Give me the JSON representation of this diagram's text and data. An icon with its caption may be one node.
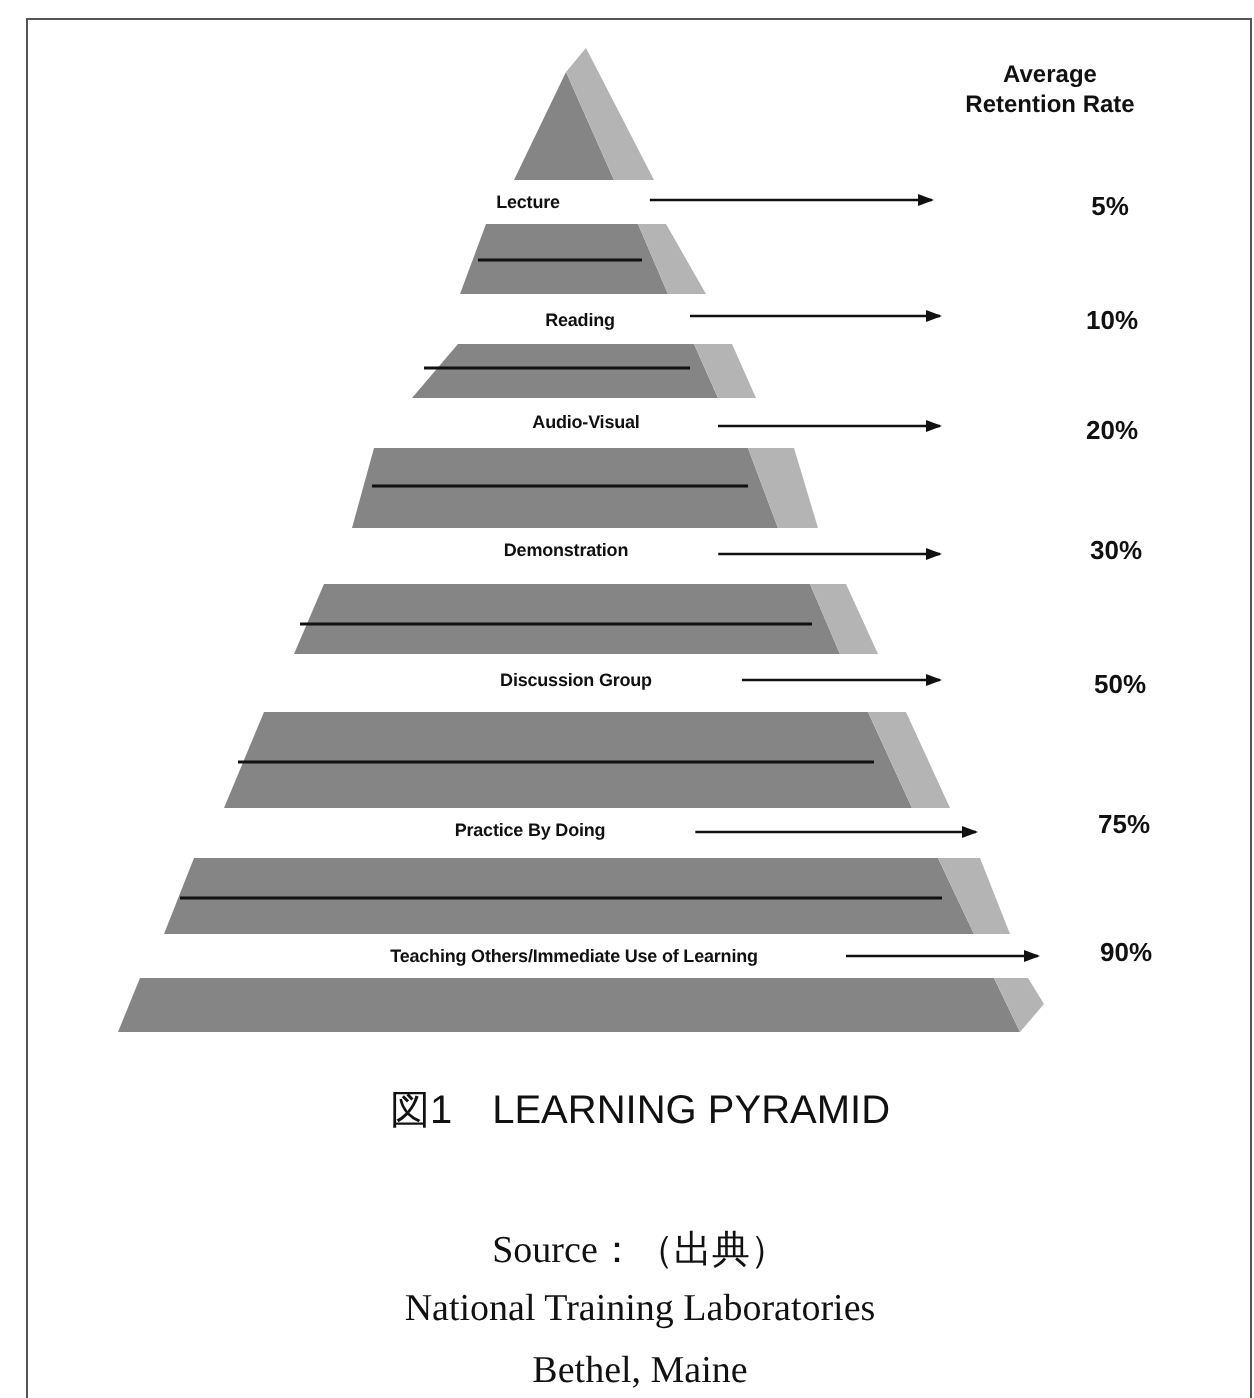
{
  "diagram": {
    "caption": "図1　LEARNING PYRAMID",
    "nodes": [
      {
        "text": [
          "Lecture"
        ]
      },
      {
        "text": [
          "5%"
        ]
      },
      {
        "text": [
          "Reading"
        ]
      },
      {
        "text": [
          "10%"
        ]
      },
      {
        "text": [
          "Audio-Visual"
        ]
      },
      {
        "text": [
          "20%"
        ]
      },
      {
        "text": [
          "Demonstration"
        ]
      },
      {
        "text": [
          "30%"
        ]
      },
      {
        "text": [
          "Discussion Group"
        ]
      },
      {
        "text": [
          "50%"
        ]
      },
      {
        "text": [
          "Practice By Doing"
        ]
      },
      {
        "text": [
          "75%"
        ]
      },
      {
        "text": [
          "Teaching Others/Immediate Use of Learning"
        ]
      },
      {
        "text": [
          "90%"
        ]
      }
    ],
    "edges": [
      {
        "from": 0,
        "to": 1,
        "arrow": "to"
      },
      {
        "from": 2,
        "to": 3,
        "arrow": "to"
      },
      {
        "from": 4,
        "to": 5,
        "arrow": "to"
      },
      {
        "from": 6,
        "to": 7,
        "arrow": "to"
      },
      {
        "from": 8,
        "to": 9,
        "arrow": "to"
      },
      {
        "from": 10,
        "to": 11,
        "arrow": "to"
      },
      {
        "from": 12,
        "to": 13,
        "arrow": "to"
      }
    ],
    "labels": [
      "Average Retention Rate",
      "Source：（出典）",
      "National Training Laboratories",
      "Bethel, Maine"
    ]
  }
}
